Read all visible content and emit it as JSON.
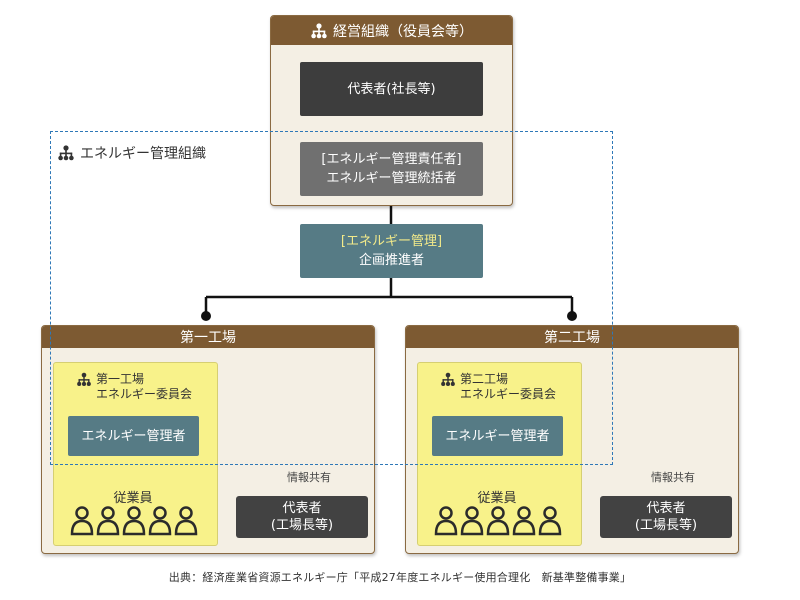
{
  "management": {
    "title": "経営組織（役員会等）",
    "representative": "代表者(社長等)",
    "supervisor_line1": "[エネルギー管理責任者]",
    "supervisor_line2": "エネルギー管理統括者"
  },
  "energy_org": {
    "label": "エネルギー管理組織"
  },
  "promoter": {
    "line1": "[エネルギー管理]",
    "line2": "企画推進者"
  },
  "factories": [
    {
      "title": "第一工場",
      "committee_line1": "第一工場",
      "committee_line2": "エネルギー委員会",
      "manager": "エネルギー管理者",
      "employees": "従業員",
      "info_share": "情報共有",
      "rep_line1": "代表者",
      "rep_line2": "(工場長等)"
    },
    {
      "title": "第二工場",
      "committee_line1": "第二工場",
      "committee_line2": "エネルギー委員会",
      "manager": "エネルギー管理者",
      "employees": "従業員",
      "info_share": "情報共有",
      "rep_line1": "代表者",
      "rep_line2": "(工場長等)"
    }
  ],
  "source": "出典：経済産業省資源エネルギー庁「平成27年度エネルギー使用合理化　新基準整備事業」",
  "colors": {
    "brown": "#7d5a32",
    "panel": "#f4efe4",
    "dark": "#3d3d3d",
    "gray": "#707070",
    "teal": "#567b85",
    "yellow": "#f8f28a",
    "dashed_blue": "#2e78b7"
  },
  "icons": {
    "org": "org-chart-icon",
    "person": "person-icon"
  }
}
